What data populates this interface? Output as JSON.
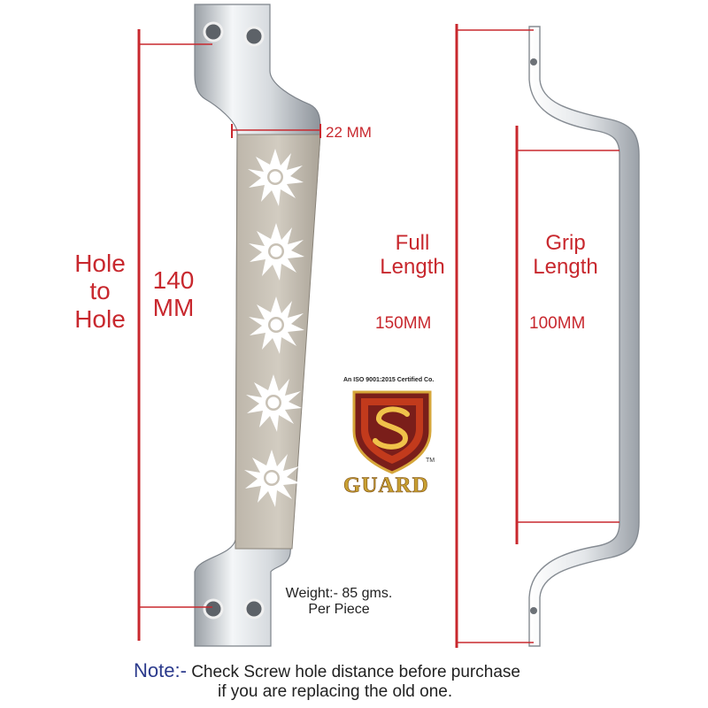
{
  "labels": {
    "hole_to_hole": "Hole\nto\nHole",
    "hole_distance": "140\nMM",
    "width": "22 MM",
    "full_length_title": "Full\nLength",
    "full_length_value": "150MM",
    "grip_length_title": "Grip\nLength",
    "grip_length_value": "100MM",
    "weight": "Weight:- 85 gms.\nPer Piece"
  },
  "note": {
    "prefix": "Note:-",
    "line1": " Check Screw hole distance before purchase",
    "line2": "if you are replacing the old one."
  },
  "logo": {
    "certification": "An ISO 9001:2015 Certified Co.",
    "letter": "S",
    "brand": "GUARD",
    "trademark": "TM"
  },
  "colors": {
    "dimension_lines": "#c8282e",
    "note_prefix": "#2b3a8c",
    "logo_gold": "#d6a63a",
    "logo_maroon": "#7a1e1a"
  },
  "icons": [
    "star-pattern-icon",
    "guard-shield-logo-icon"
  ]
}
